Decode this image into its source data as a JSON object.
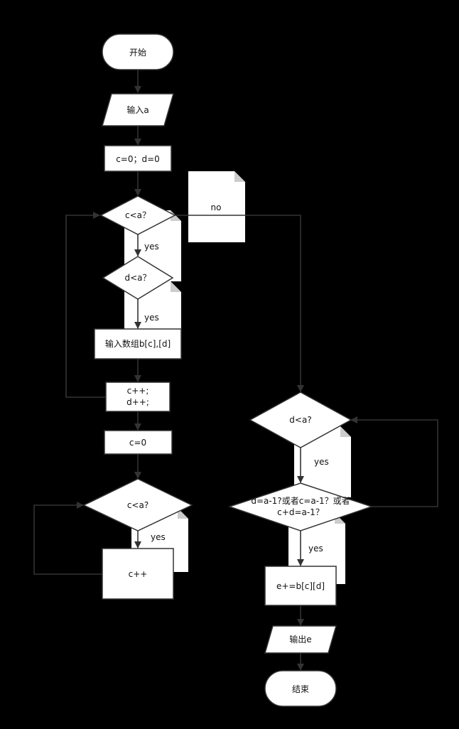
{
  "nodes": {
    "start": "开始",
    "input_a": "输入a",
    "init_cd": "c=0；d=0",
    "cond_c_lt_a_1": "c<a？",
    "cond_d_lt_a_1": "d<a？",
    "input_array": "输入数组b[c],[d]",
    "incr_1": "c++;",
    "incr_2": "d++;",
    "reset_c": "c=0",
    "cond_c_lt_a_2": "c<a?",
    "incr_c": "c++",
    "cond_d_lt_a_2": "d<a?",
    "cond_diag_1": "d=a-1?或者c=a-1？或者",
    "cond_diag_2": "c+d=a-1？",
    "sum_e": "e+=b[c][d]",
    "output_e": "输出e",
    "end": "结束"
  },
  "edges": {
    "no": "no",
    "yes_1": "yes",
    "yes_2": "yes",
    "yes_3": "yes",
    "yes_4": "yes",
    "yes_5": "yes"
  },
  "colors": {
    "background": "#000000",
    "node_fill": "#ffffff",
    "stroke": "#333333",
    "fold": "#cccccc"
  }
}
